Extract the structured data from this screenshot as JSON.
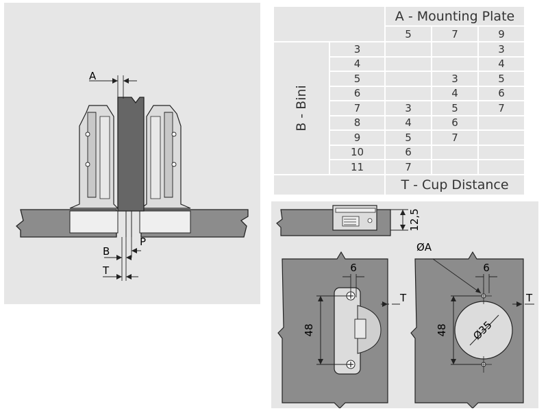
{
  "table": {
    "header_a": "A - Mounting Plate",
    "a_values": [
      "5",
      "7",
      "9"
    ],
    "label_b": "B - Bini",
    "footer_t": "T - Cup Distance",
    "rows": [
      {
        "b": "3",
        "cells": [
          "",
          "",
          "3"
        ]
      },
      {
        "b": "4",
        "cells": [
          "",
          "",
          "4"
        ]
      },
      {
        "b": "5",
        "cells": [
          "",
          "3",
          "5"
        ]
      },
      {
        "b": "6",
        "cells": [
          "",
          "4",
          "6"
        ]
      },
      {
        "b": "7",
        "cells": [
          "3",
          "5",
          "7"
        ]
      },
      {
        "b": "8",
        "cells": [
          "4",
          "6",
          ""
        ]
      },
      {
        "b": "9",
        "cells": [
          "5",
          "7",
          ""
        ]
      },
      {
        "b": "10",
        "cells": [
          "6",
          "",
          ""
        ]
      },
      {
        "b": "11",
        "cells": [
          "7",
          "",
          ""
        ]
      }
    ]
  },
  "hinge_view": {
    "label_a": "A",
    "label_b": "B",
    "label_p": "P",
    "label_t": "T"
  },
  "side_view": {
    "dim_height": "12,5"
  },
  "plate_view": {
    "dim_6": "6",
    "dim_48": "48",
    "dim_t": "T"
  },
  "cup_view": {
    "label_diameter_a": "ØA",
    "dim_6": "6",
    "dim_48": "48",
    "dim_t": "T",
    "cup_diameter": "Ø35"
  },
  "colors": {
    "panel_bg": "#e6e6e6",
    "board": "#8c8c8c",
    "door": "#666666",
    "hinge_metal": "#dcdcdc",
    "outline": "#222222"
  }
}
